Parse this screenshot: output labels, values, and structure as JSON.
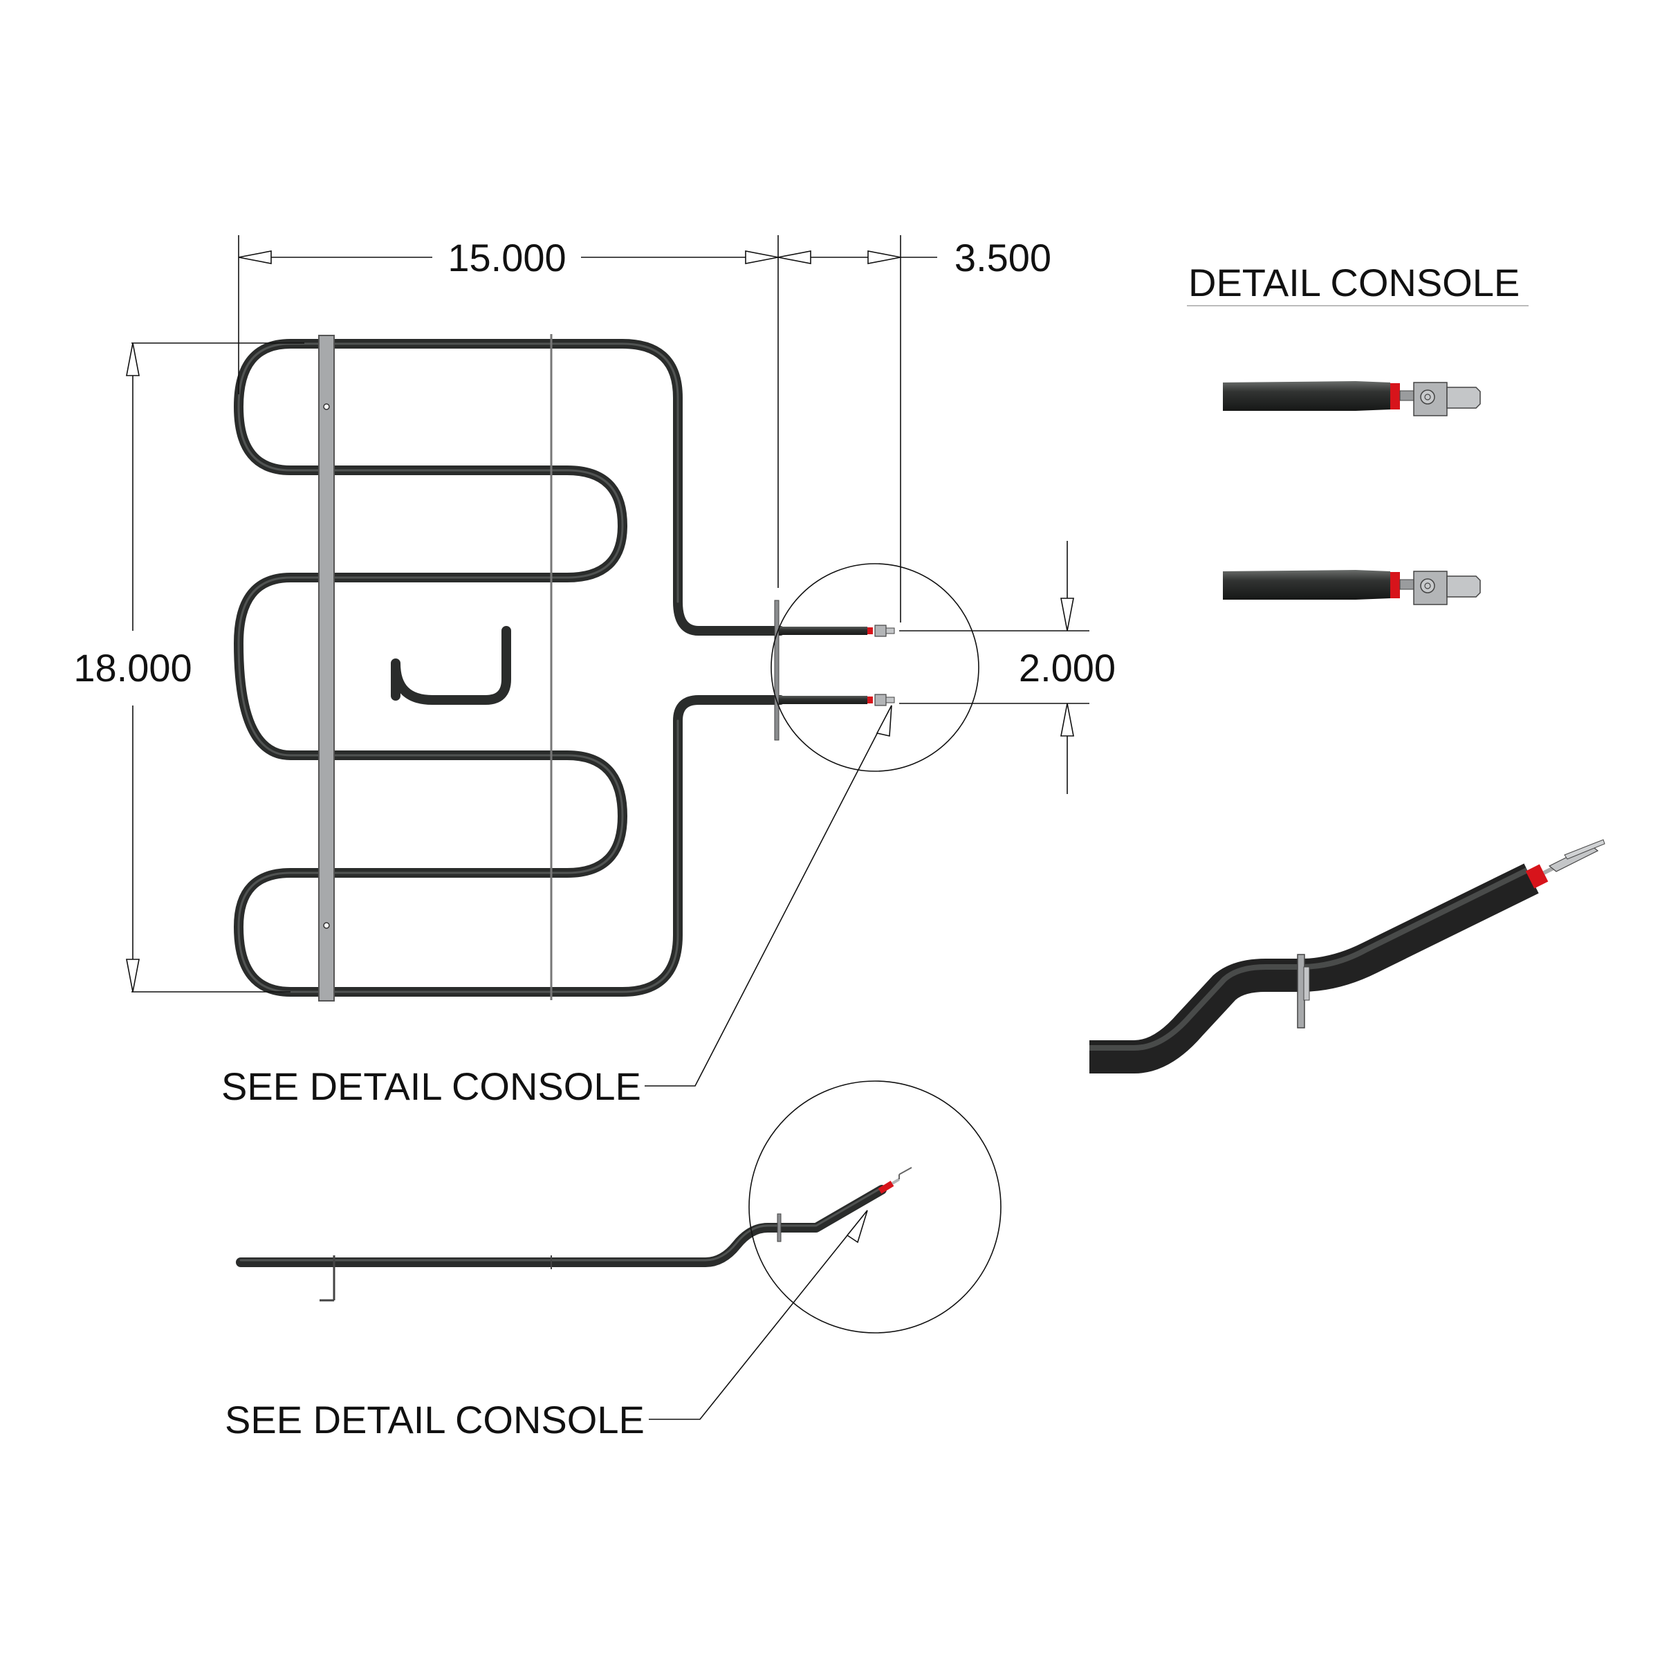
{
  "dimensions": {
    "width_main": "15.000",
    "width_leads": "3.500",
    "height": "18.000",
    "lead_spacing": "2.000"
  },
  "labels": {
    "detail_title": "DETAIL CONSOLE",
    "callout_top": "SEE DETAIL CONSOLE",
    "callout_bottom": "SEE DETAIL CONSOLE"
  },
  "colors": {
    "tube": "#2a2c2b",
    "insulator_red": "#d7141b",
    "bracket_gray": "#a7a9ab",
    "terminal_gray": "#b3b5b7"
  },
  "icons": {
    "heating_element": "serpentine-tube",
    "terminal": "spade-terminal"
  }
}
